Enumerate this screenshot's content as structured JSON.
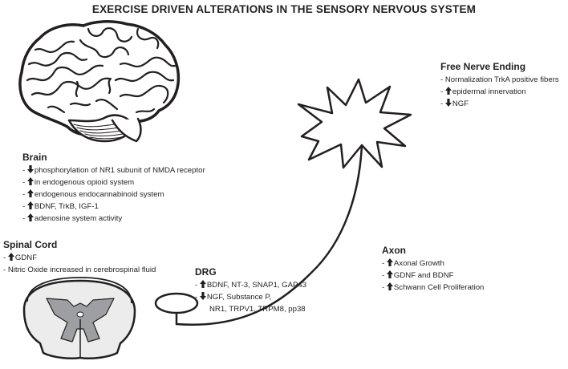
{
  "title": "EXERCISE DRIVEN ALTERATIONS IN THE SENSORY NERVOUS SYSTEM",
  "colors": {
    "ink": "#231f20",
    "spinal_gray": "#9d9fa2",
    "spinal_light": "#ececec"
  },
  "icons": {
    "up": "arrow-up-icon",
    "down": "arrow-down-icon"
  },
  "brain": {
    "heading": "Brain",
    "items": [
      {
        "arrow": "down",
        "text": "phosphorylation of NR1 subunit of NMDA receptor"
      },
      {
        "arrow": "up",
        "text": "in endogenous opioid system"
      },
      {
        "arrow": "up",
        "text": "endogenous endocannabinoid system"
      },
      {
        "arrow": "up",
        "text": "BDNF, TrkB, IGF-1"
      },
      {
        "arrow": "up",
        "text": "adenosine system activity"
      }
    ]
  },
  "spinal_cord": {
    "heading": "Spinal Cord",
    "items": [
      {
        "arrow": "up",
        "text": "GDNF"
      },
      {
        "arrow": "",
        "text": "- Nitric Oxide increased in cerebrospinal fluid"
      }
    ]
  },
  "drg": {
    "heading": "DRG",
    "items": [
      {
        "arrow": "up",
        "text": "BDNF, NT-3, SNAP1, GAP43"
      },
      {
        "arrow": "down",
        "text": "NGF, Substance P,"
      },
      {
        "arrow": "",
        "text": "NR1, TRPV1, TRPM8, pp38"
      }
    ]
  },
  "axon": {
    "heading": "Axon",
    "items": [
      {
        "arrow": "up",
        "text": "Axonal Growth"
      },
      {
        "arrow": "up",
        "text": "GDNF and BDNF"
      },
      {
        "arrow": "up",
        "text": "Schwann Cell Proliferation"
      }
    ]
  },
  "free_nerve_ending": {
    "heading": "Free Nerve Ending",
    "items": [
      {
        "arrow": "",
        "text": "- Normalization TrkA positive fibers"
      },
      {
        "arrow": "up",
        "text": "epidermal innervation"
      },
      {
        "arrow": "down",
        "text": "NGF"
      }
    ]
  }
}
